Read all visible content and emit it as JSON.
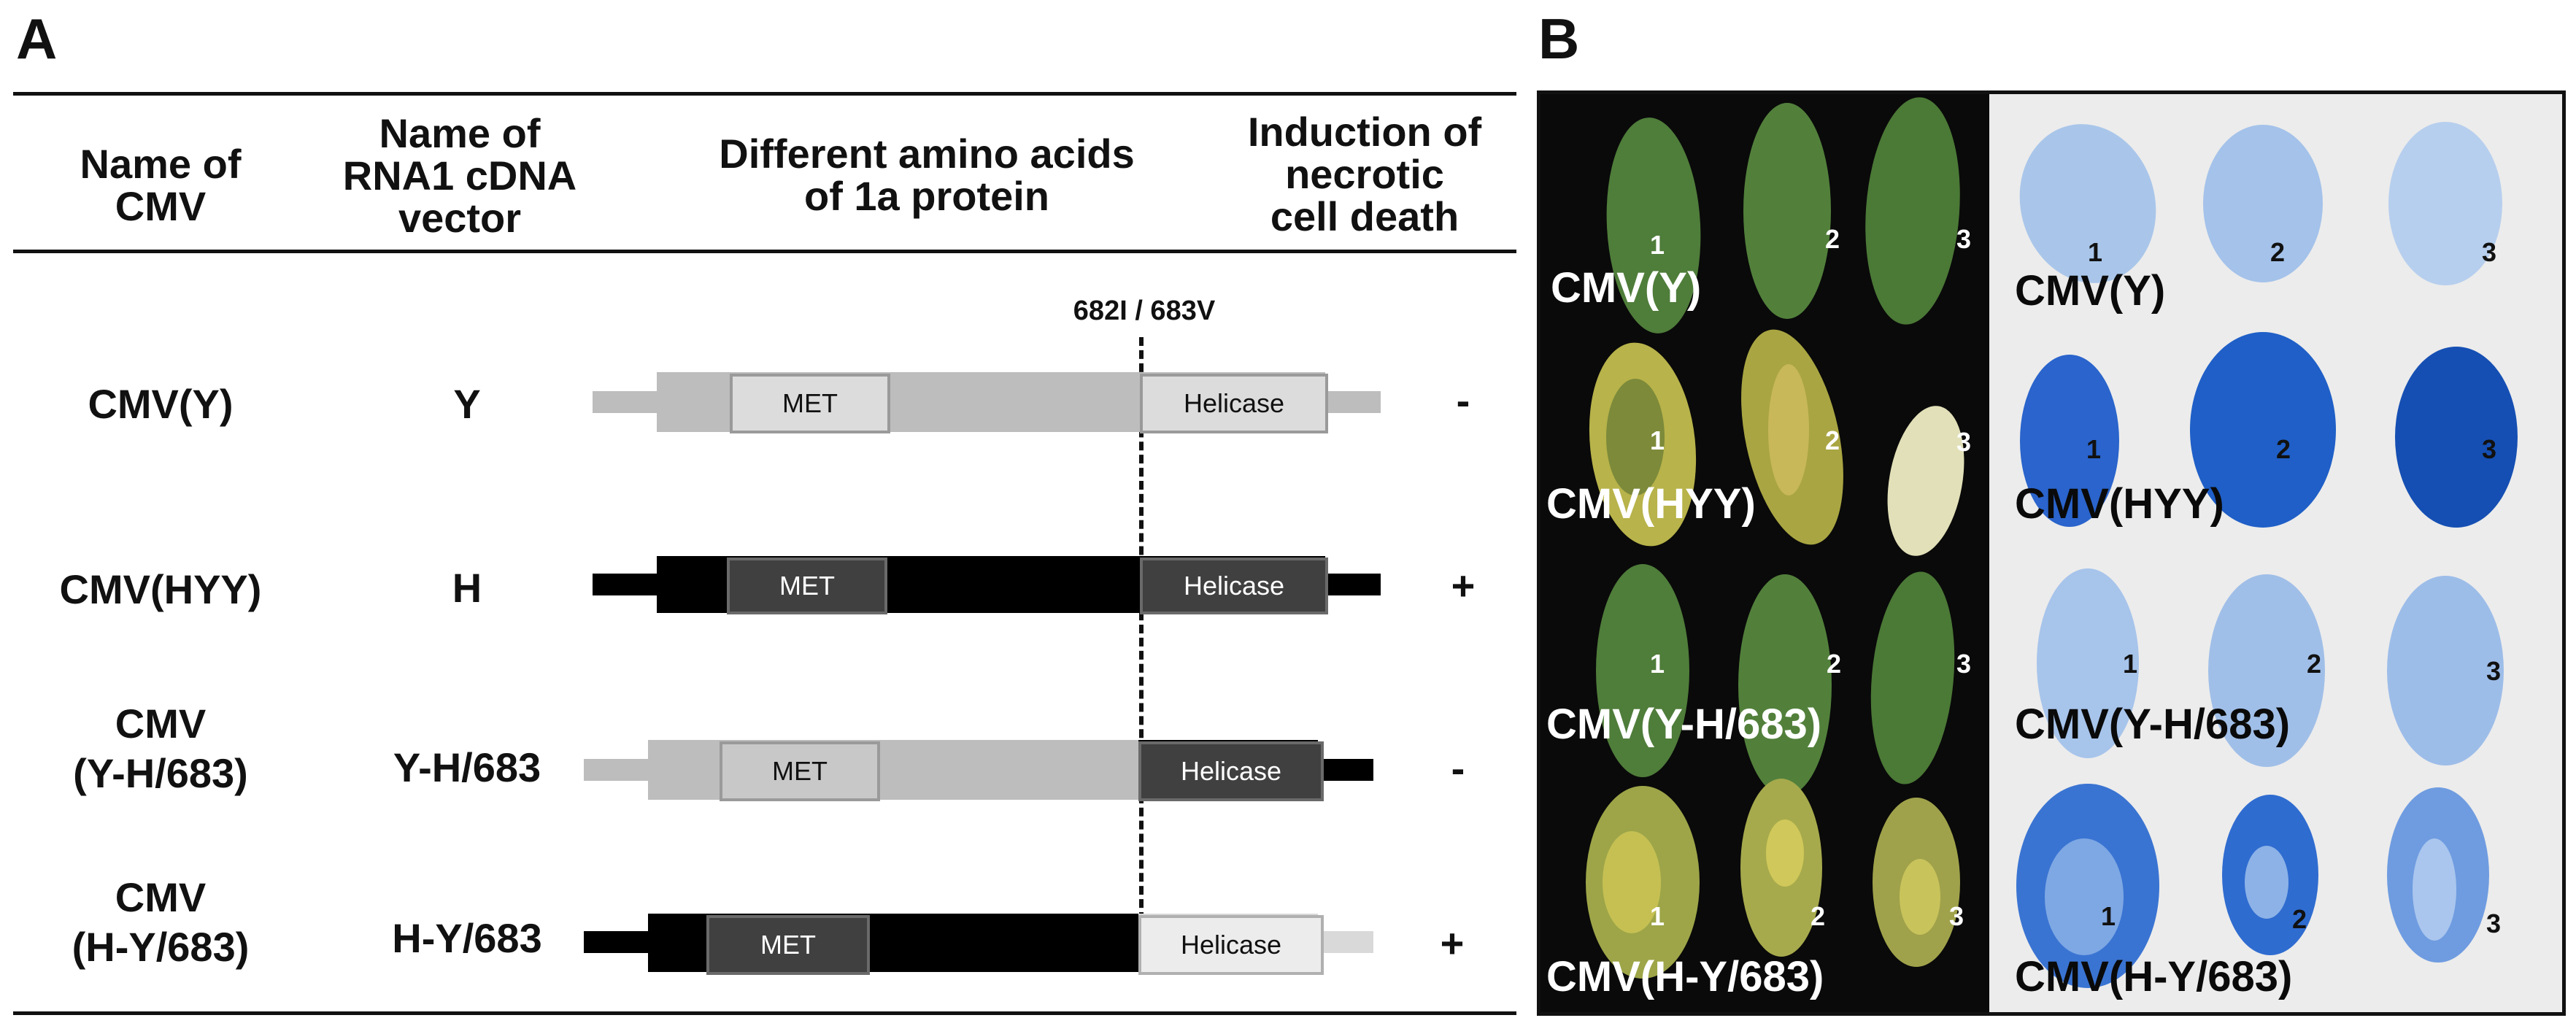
{
  "panel_a": {
    "label": "A",
    "headers": {
      "col1": "Name of\nCMV",
      "col2": "Name of\nRNA1 cDNA\nvector",
      "col3": "Different amino acids\nof 1a protein",
      "col4": "Induction of\nnecrotic\ncell death"
    },
    "marker": "682I / 683V",
    "rows": [
      {
        "name": "CMV(Y)",
        "vector": "Y",
        "met": "MET",
        "helicase": "Helicase",
        "result": "-"
      },
      {
        "name": "CMV(HYY)",
        "vector": "H",
        "met": "MET",
        "helicase": "Helicase",
        "result": "+"
      },
      {
        "name": "CMV\n(Y-H/683)",
        "vector": "Y-H/683",
        "met": "MET",
        "helicase": "Helicase",
        "result": "-"
      },
      {
        "name": "CMV\n(H-Y/683)",
        "vector": "H-Y/683",
        "met": "MET",
        "helicase": "Helicase",
        "result": "+"
      }
    ],
    "colors": {
      "y_type": "#bdbdbd",
      "h_type": "#000000",
      "domain_light": "#d9d9d9",
      "domain_dark": "#404040"
    }
  },
  "panel_b": {
    "label": "B",
    "left_rows": [
      "CMV(Y)",
      "CMV(HYY)",
      "CMV(Y-H/683)",
      "CMV(H-Y/683)"
    ],
    "right_rows": [
      "CMV(Y)",
      "CMV(HYY)",
      "CMV(Y-H/683)",
      "CMV(H-Y/683)"
    ],
    "leaf_numbers": [
      "1",
      "2",
      "3"
    ],
    "colors": {
      "left_bg": "#0a0a0a",
      "right_bg": "#ececec",
      "leaf_green": "#4f7d3a",
      "leaf_yellow": "#b8b34a",
      "stain_blue": "#1f5fc7"
    }
  }
}
